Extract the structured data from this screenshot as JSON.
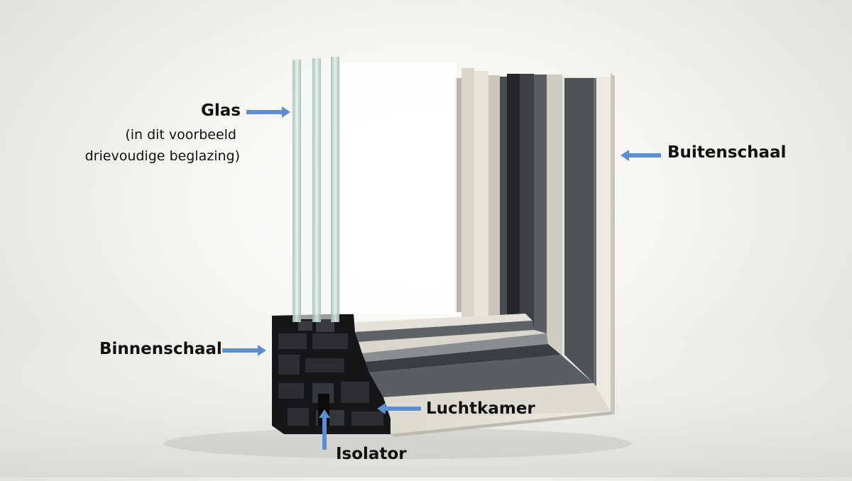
{
  "labels": {
    "glass": "Glas",
    "glass_note_line1": "(in dit voorbeeld",
    "glass_note_line2": "drievoudige beglazing)",
    "outer_shell": "Buitenschaal",
    "inner_shell": "Binnenschaal",
    "air_chamber": "Luchtkamer",
    "insulator": "Isolator"
  },
  "colors": {
    "arrow": "#5b8fd0",
    "outer_frame": "#e8e6dc",
    "dark_frame": "#4a4d52",
    "profile_black": "#151617",
    "glass": "#cfe2dc"
  }
}
